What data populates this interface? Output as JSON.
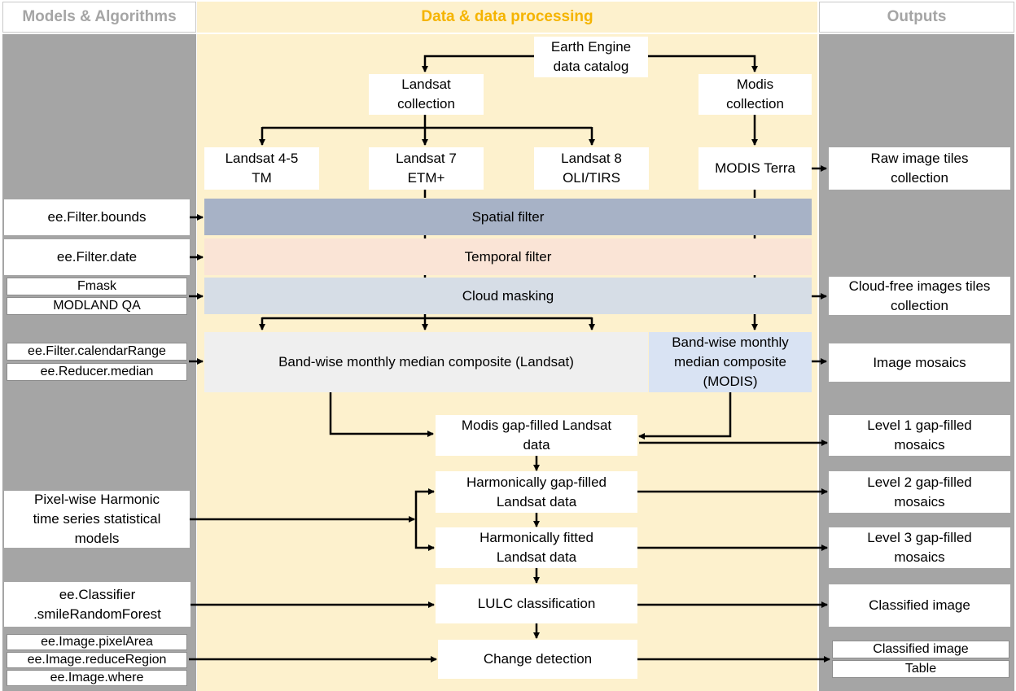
{
  "headers": {
    "left": "Models & Algorithms",
    "middle": "Data & data processing",
    "right": "Outputs"
  },
  "colors": {
    "side_columns": "#a5a5a5",
    "middle_column": "#fdf1cd",
    "middle_header": "#f5b400",
    "spatial_filter": "#a7b2c6",
    "temporal_filter": "#fae4d6",
    "cloud_masking": "#d6dde6",
    "landsat_composite": "#efefef",
    "modis_composite": "#d9e3f3"
  },
  "data_processing": {
    "catalog": "Earth Engine\ndata catalog",
    "landsat_collection": "Landsat\ncollection",
    "modis_collection": "Modis\ncollection",
    "landsat45": "Landsat 4-5\nTM",
    "landsat7": "Landsat 7\nETM+",
    "landsat8": "Landsat 8\nOLI/TIRS",
    "modis_terra": "MODIS Terra",
    "spatial_filter": "Spatial filter",
    "temporal_filter": "Temporal filter",
    "cloud_masking": "Cloud masking",
    "landsat_composite": "Band-wise monthly median composite (Landsat)",
    "modis_composite": "Band-wise monthly\nmedian composite\n(MODIS)",
    "modis_gapfilled": "Modis gap-filled Landsat\ndata",
    "harmonic_gapfilled": "Harmonically gap-filled\nLandsat data",
    "harmonic_fitted": "Harmonically fitted\nLandsat data",
    "lulc": "LULC classification",
    "change": "Change detection"
  },
  "models": {
    "filter_bounds": "ee.Filter.bounds",
    "filter_date": "ee.Filter.date",
    "fmask": "Fmask",
    "modland": "MODLAND QA",
    "calendar_range": "ee.Filter.calendarRange",
    "reducer_median": "ee.Reducer.median",
    "harmonic_models": "Pixel-wise Harmonic\ntime series statistical\nmodels",
    "classifier": "ee.Classifier\n.smileRandomForest",
    "pixel_area": "ee.Image.pixelArea",
    "reduce_region": "ee.Image.reduceRegion",
    "image_where": "ee.Image.where"
  },
  "outputs": {
    "raw_tiles": "Raw image tiles\ncollection",
    "cloud_free": "Cloud-free images tiles\ncollection",
    "mosaics": "Image mosaics",
    "level1": "Level 1 gap-filled\nmosaics",
    "level2": "Level 2 gap-filled\nmosaics",
    "level3": "Level 3 gap-filled\nmosaics",
    "classified": "Classified image",
    "classified2": "Classified image",
    "table": "Table"
  }
}
